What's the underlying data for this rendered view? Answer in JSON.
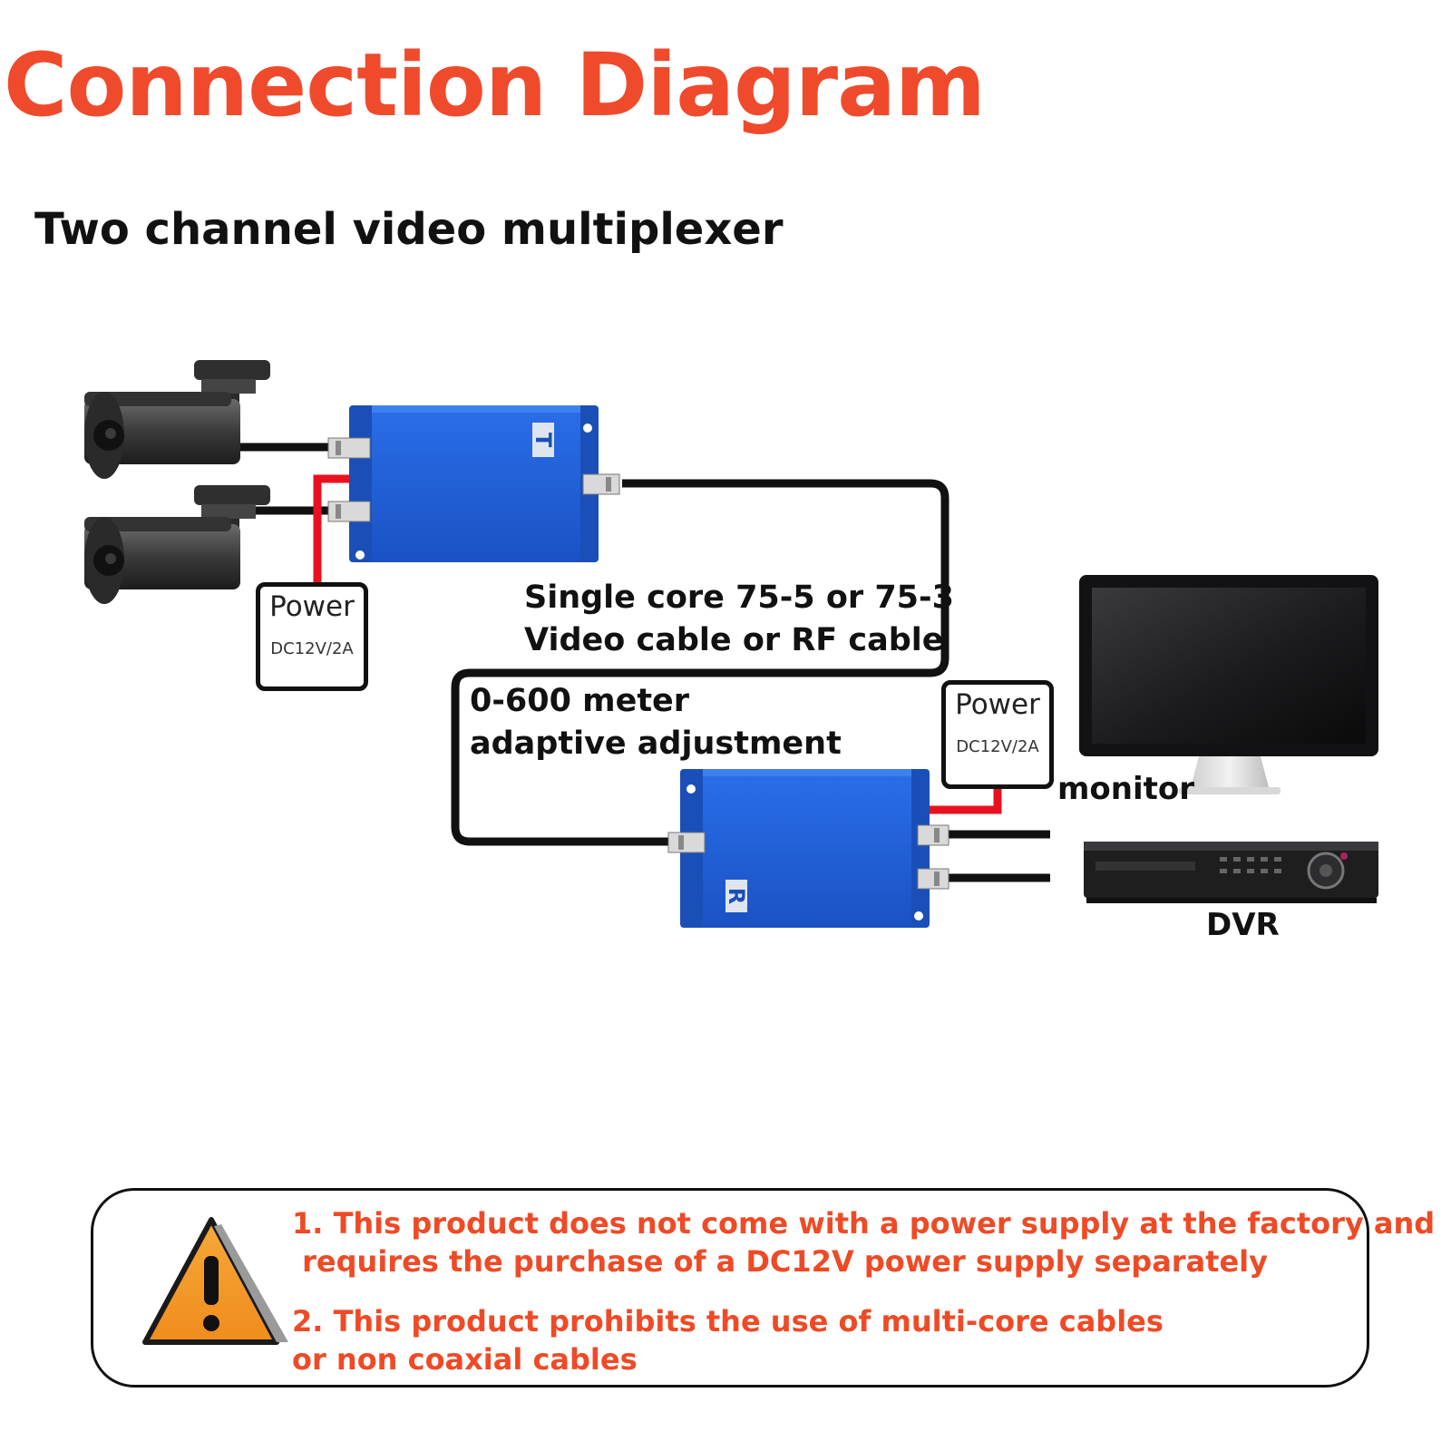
{
  "header": {
    "title": "Connection Diagram",
    "subtitle": "Two channel video multiplexer"
  },
  "devices": {
    "transmitter_badge": "T",
    "receiver_badge": "R"
  },
  "labels": {
    "cable_line1": "Single core 75-5 or 75-3",
    "cable_line2": "Video cable or RF cable",
    "distance_line1": "0-600 meter",
    "distance_line2": "adaptive adjustment",
    "monitor": "monitor",
    "dvr": "DVR"
  },
  "power_left": {
    "title": "Power",
    "spec": "DC12V/2A"
  },
  "power_right": {
    "title": "Power",
    "spec": "DC12V/2A"
  },
  "warnings": {
    "item1_line1": "1. This product does not come with a power supply at the factory and",
    "item1_line2": " requires the purchase of a DC12V power supply separately",
    "item2_line1": "2. This product prohibits the use of multi-core cables",
    "item2_line2": "or non coaxial cables"
  },
  "colors": {
    "title": "#f04a2c",
    "warning_text": "#ef4a26",
    "device_blue": "#1f5fd6",
    "power_wire": "#e8121e",
    "warning_triangle": "#f49a2a"
  }
}
